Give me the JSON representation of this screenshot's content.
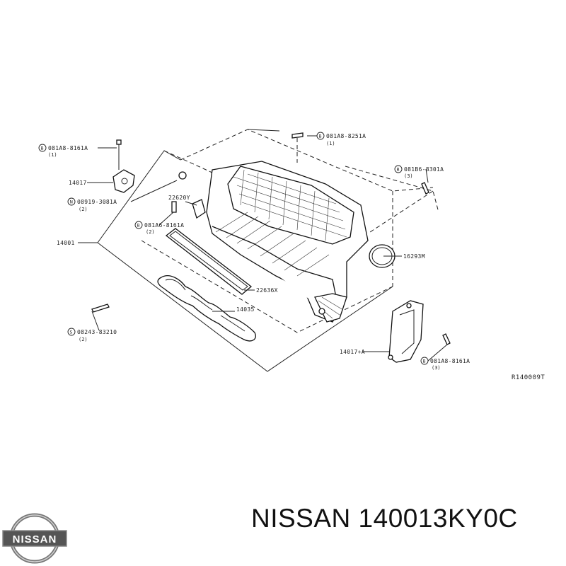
{
  "callouts": {
    "bolt_1": {
      "symbol": "B",
      "code": "081A8-8161A",
      "qty": "(1)"
    },
    "bolt_top": {
      "symbol": "B",
      "code": "081A8-8251A",
      "qty": "(1)"
    },
    "bolt_right": {
      "symbol": "B",
      "code": "081B6-8301A",
      "qty": "(3)"
    },
    "nut": {
      "symbol": "N",
      "code": "08919-3081A",
      "qty": "(2)"
    },
    "bolt_sensor": {
      "symbol": "B",
      "code": "081A6-8161A",
      "qty": "(2)"
    },
    "stud": {
      "symbol": "S",
      "code": "08243-83210",
      "qty": "(2)"
    },
    "bolt_bracket": {
      "symbol": "B",
      "code": "081A8-8161A",
      "qty": "(3)"
    }
  },
  "parts": {
    "p14017": "14017",
    "p22620": "22620Y",
    "p14001": "14001",
    "p16293": "16293M",
    "p22636": "22636X",
    "p14035": "14035",
    "p14017a": "14017+A"
  },
  "ref_code": "R140009T",
  "caption": "NISSAN 140013KY0C",
  "logo_text": "NISSAN",
  "colors": {
    "line": "#222222",
    "logo_band": "#555555"
  }
}
